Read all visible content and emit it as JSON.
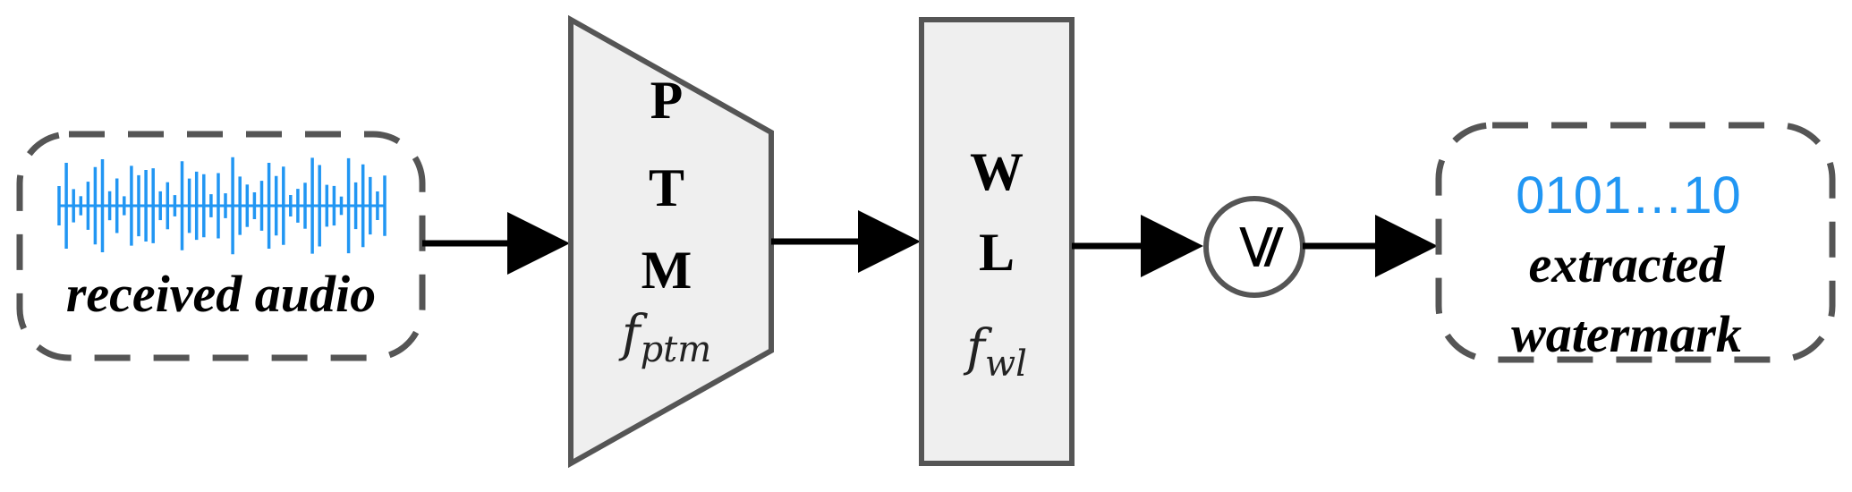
{
  "input": {
    "label": "received audio"
  },
  "ptm": {
    "letters": [
      "P",
      "T",
      "M"
    ],
    "func": "f",
    "func_sub": "ptm"
  },
  "wl": {
    "letters": [
      "W",
      "L"
    ],
    "func": "f",
    "func_sub": "wl"
  },
  "comparator": {
    "symbol": "⩽"
  },
  "output": {
    "bits": "0101…10",
    "label_line1": "extracted",
    "label_line2": "watermark"
  },
  "colors": {
    "accent": "#2196F3",
    "block_fill": "#EFEFEF",
    "stroke": "#555555",
    "arrow": "#000000"
  }
}
